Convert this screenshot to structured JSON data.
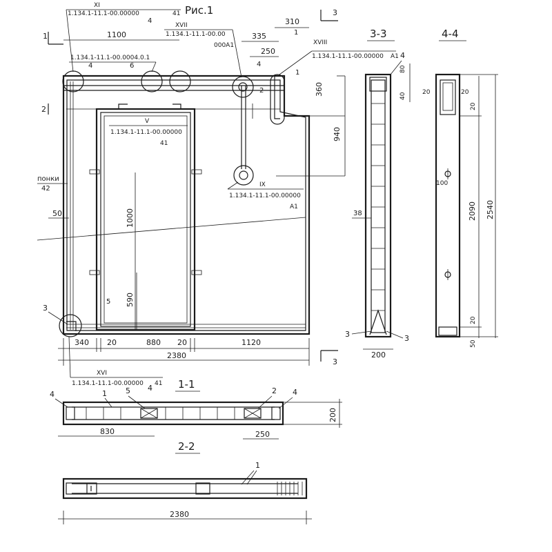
{
  "title": "Рис.1",
  "ref_code": "1.134.1-11.1-00.00000",
  "main_view": {
    "callouts": {
      "XI": {
        "num": "XI",
        "code": "1.134.1-11.1-00.00000",
        "suffix": "41"
      },
      "XVII": {
        "num": "XVII",
        "code": "1.134.1-11.1-00.00",
        "suffix": "000А1"
      },
      "XVIII": {
        "num": "XVIII",
        "code": "1.134.1-11.1-00.00000",
        "suffix": "А1"
      },
      "V": {
        "num": "V",
        "code": "1.134.1-11.1-00.00000",
        "suffix": "41"
      },
      "IX": {
        "num": "IX",
        "code": "1.134.1-11.1-00.00000",
        "suffix": "А1"
      },
      "XVI": {
        "num": "XVI",
        "code": "1.134.1-11.1-00.00000",
        "suffix": "41"
      },
      "left_top": {
        "code": "1.134.1-11.1-00.0004.0.1"
      }
    },
    "dims": {
      "d1100": "1100",
      "d335": "335",
      "d310": "310",
      "d250": "250",
      "d360": "360",
      "d940": "940",
      "d1000": "1000",
      "d590": "590",
      "d50": "50",
      "bottom_340": "340",
      "bottom_20a": "20",
      "bottom_880": "880",
      "bottom_20b": "20",
      "bottom_1120": "1120",
      "total": "2380"
    },
    "labels": {
      "ponki_1": "понки",
      "ponki_2": "42",
      "p1": "1",
      "p2": "2",
      "p3": "3",
      "p4": "4",
      "p4b": "4",
      "p5": "5",
      "p6": "6",
      "sec1": "1",
      "sec2": "2",
      "sec3": "3",
      "sec3b": "3",
      "sec1b": "1",
      "p2b": "2",
      "p1b": "1",
      "p4c": "4"
    }
  },
  "section_3_3": {
    "title": "3-3",
    "labels": {
      "p4": "4",
      "p38": "38",
      "p3a": "3",
      "p3b": "3"
    },
    "dims": {
      "d80": "80",
      "d40": "40",
      "d200": "200"
    }
  },
  "section_4_4": {
    "title": "4-4",
    "dims": {
      "d20a": "20",
      "d20b": "20",
      "d20c": "20",
      "d100": "100",
      "d2090": "2090",
      "d2540": "2540",
      "d20d": "20",
      "d50": "50"
    }
  },
  "section_1_1": {
    "title": "1-1",
    "labels": {
      "p4a": "4",
      "p1": "1",
      "p5": "5",
      "p4b": "4",
      "p2": "2",
      "p4c": "4"
    },
    "dims": {
      "d830": "830",
      "d250": "250",
      "d200": "200"
    }
  },
  "section_2_2": {
    "title": "2-2",
    "labels": {
      "p1": "1"
    },
    "dims": {
      "total": "2380"
    }
  }
}
